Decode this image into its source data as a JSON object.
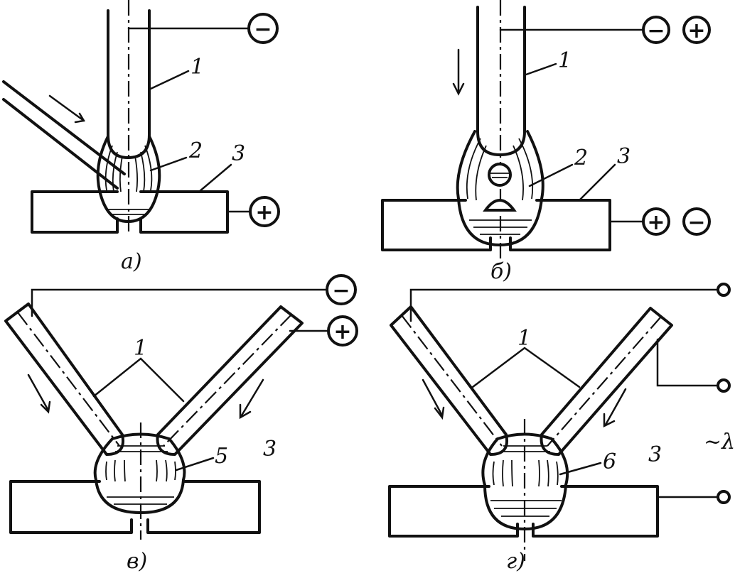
{
  "panels": {
    "a": {
      "caption": "а)",
      "labels": {
        "electrode": "1",
        "arc": "2",
        "workpiece": "3"
      },
      "polarity_electrode": "−",
      "polarity_workpiece": "+"
    },
    "b": {
      "caption": "б)",
      "labels": {
        "electrode": "1",
        "arc": "2",
        "workpiece": "3"
      },
      "polarity_electrode": [
        "−",
        "+"
      ],
      "polarity_workpiece": [
        "+",
        "−"
      ]
    },
    "v": {
      "caption": "в)",
      "labels": {
        "electrodes": "1",
        "arc": "5",
        "workpiece": "3"
      },
      "polarity_left": "−",
      "polarity_right": "+"
    },
    "g": {
      "caption": "г)",
      "labels": {
        "electrodes": "1",
        "arc": "6",
        "workpiece": "3"
      },
      "ac_symbol": "~λ"
    }
  },
  "colors": {
    "ink": "#111111",
    "paper": "#ffffff"
  }
}
